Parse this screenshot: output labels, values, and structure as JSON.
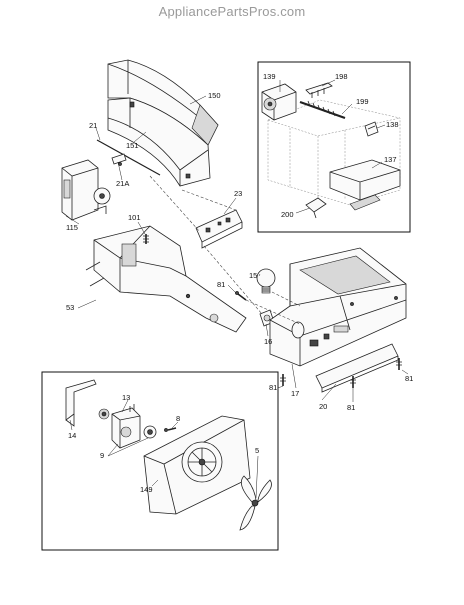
{
  "watermark": "AppliancePartsPros.com",
  "callouts": {
    "c5": "5",
    "c8": "8",
    "c9": "9",
    "c13": "13",
    "c14": "14",
    "c15": "15",
    "c16": "16",
    "c17": "17",
    "c20": "20",
    "c21": "21",
    "c21a": "21A",
    "c23": "23",
    "c53": "53",
    "c81a": "81",
    "c81b": "81",
    "c81c": "81",
    "c81d": "81",
    "c101": "101",
    "c115": "115",
    "c137": "137",
    "c138": "138",
    "c139": "139",
    "c149": "149",
    "c150": "150",
    "c151": "151",
    "c198": "198",
    "c199": "199",
    "c200": "200"
  }
}
